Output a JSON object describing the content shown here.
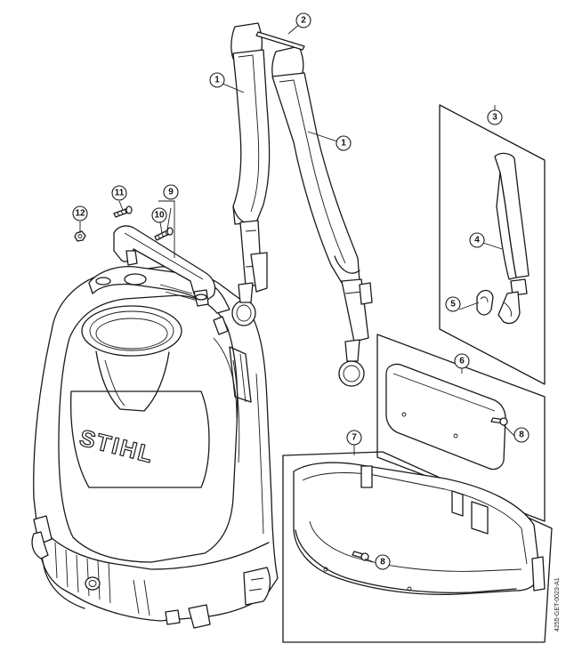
{
  "diagram": {
    "brand_logo": "STIHL",
    "document_id": "4255-GET-0023-A1",
    "callouts": {
      "c1a": "1",
      "c1b": "1",
      "c2": "2",
      "c3": "3",
      "c4": "4",
      "c5": "5",
      "c6": "6",
      "c7": "7",
      "c8a": "8",
      "c8b": "8",
      "c9": "9",
      "c10": "10",
      "c11": "11",
      "c12": "12"
    }
  }
}
